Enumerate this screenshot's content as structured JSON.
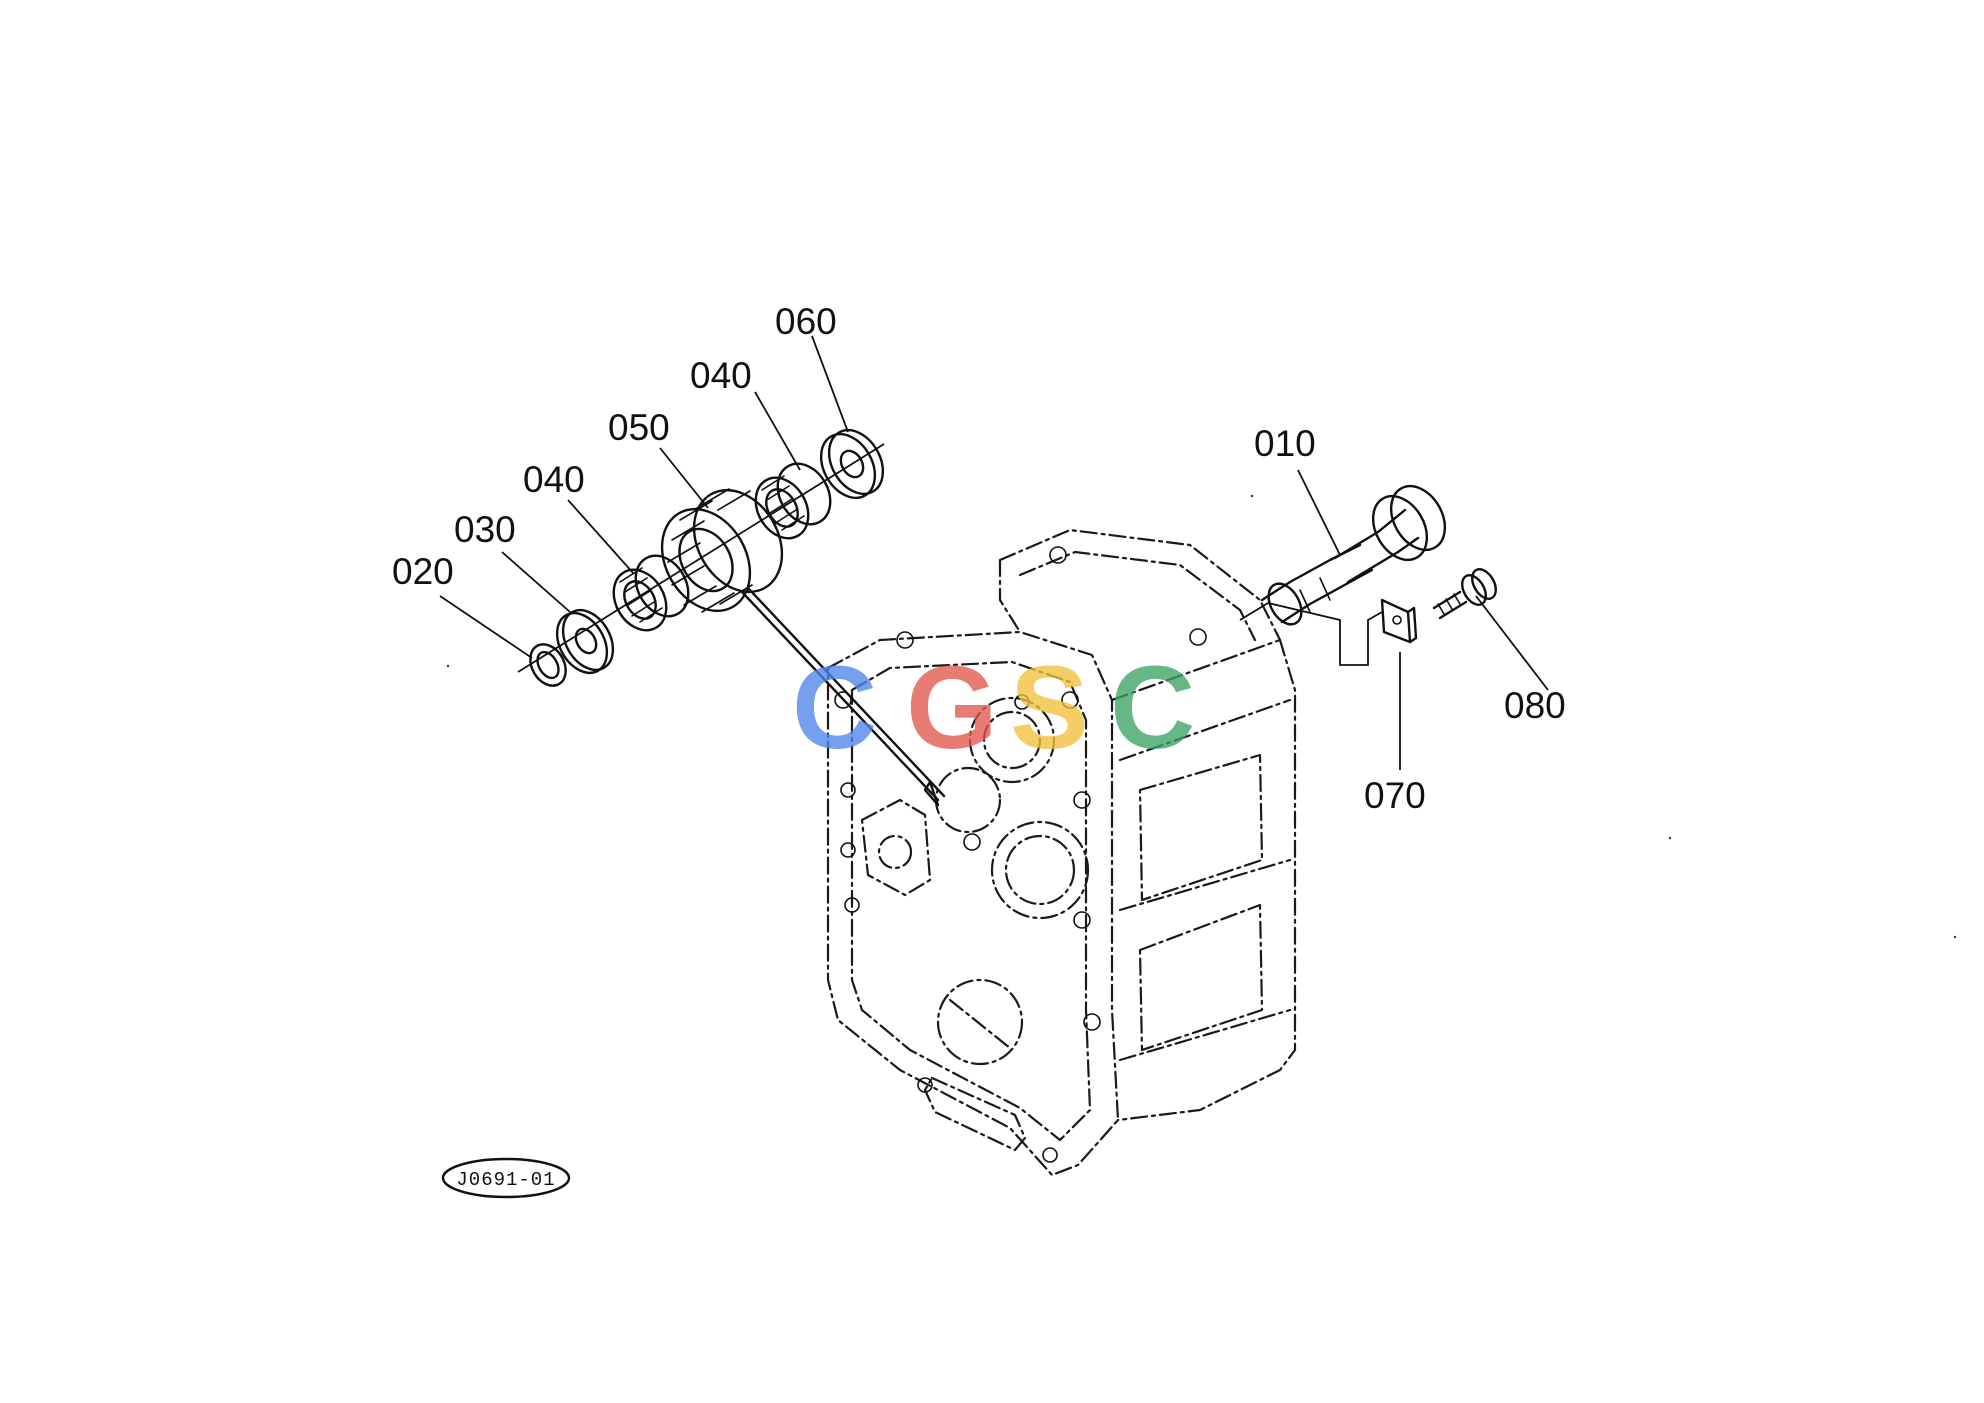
{
  "diagram": {
    "callouts": [
      {
        "id": "p010",
        "label": "010"
      },
      {
        "id": "p020",
        "label": "020"
      },
      {
        "id": "p030",
        "label": "030"
      },
      {
        "id": "p040a",
        "label": "040"
      },
      {
        "id": "p040b",
        "label": "040"
      },
      {
        "id": "p050",
        "label": "050"
      },
      {
        "id": "p060",
        "label": "060"
      },
      {
        "id": "p070",
        "label": "070"
      },
      {
        "id": "p080",
        "label": "080"
      }
    ],
    "reference_code": "J0691-01"
  },
  "watermark": {
    "letters": [
      "C",
      "G",
      "S",
      "C"
    ],
    "colors": [
      "#4f86ec",
      "#e2574c",
      "#f3c03d",
      "#3aa565"
    ]
  }
}
